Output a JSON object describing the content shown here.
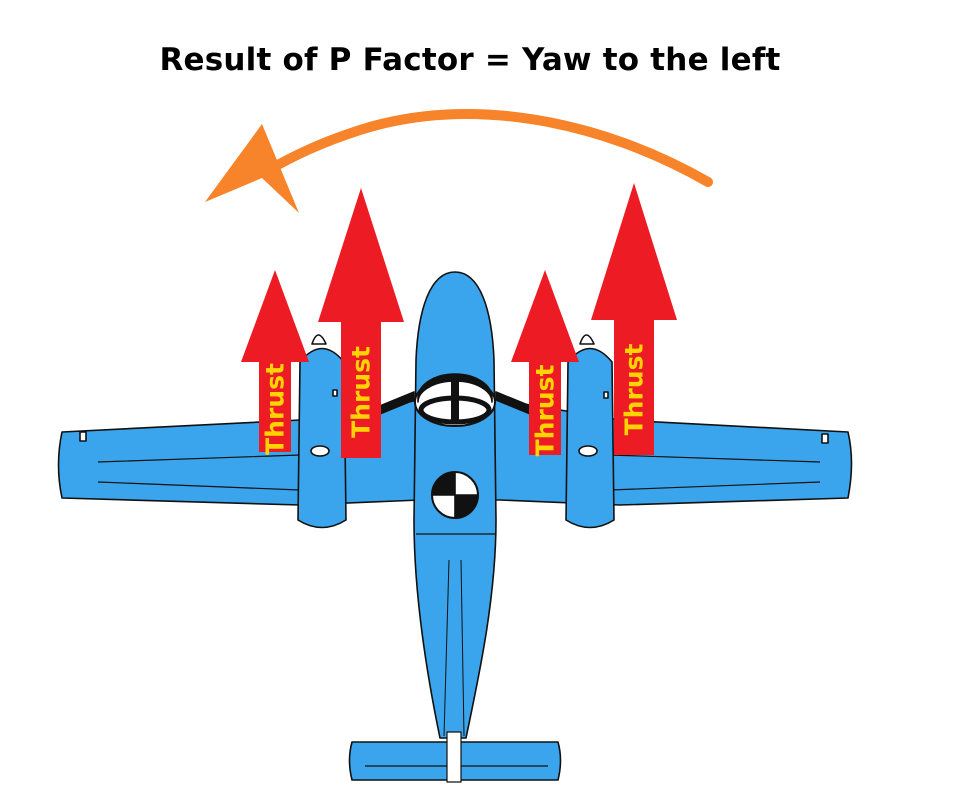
{
  "title": "Result of P Factor = Yaw to the left",
  "thrust_arrows": [
    {
      "label": "Thrust",
      "side": "left-engine-outboard",
      "size": "short"
    },
    {
      "label": "Thrust",
      "side": "left-engine-inboard",
      "size": "tall"
    },
    {
      "label": "Thrust",
      "side": "right-engine-inboard",
      "size": "short"
    },
    {
      "label": "Thrust",
      "side": "right-engine-outboard",
      "size": "tall"
    }
  ],
  "yaw_direction": "left",
  "colors": {
    "aircraft": "#3aa4ec",
    "outline": "#111111",
    "thrust_arrow": "#ed1c24",
    "thrust_text": "#ffd400",
    "yaw_arrow": "#f7832a"
  }
}
